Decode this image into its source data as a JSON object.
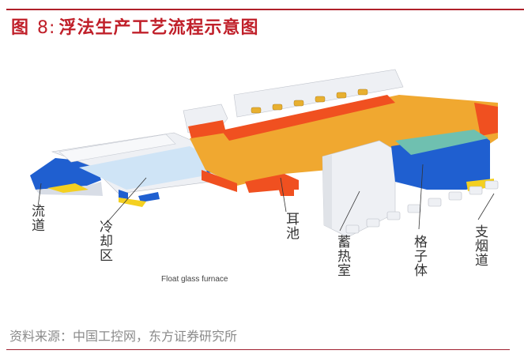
{
  "header": {
    "figure_prefix": "图",
    "figure_number": "8:",
    "title": "浮法生产工艺流程示意图"
  },
  "figure": {
    "caption": "Float glass furnace",
    "labels": [
      {
        "id": "flow-channel",
        "text": "流道"
      },
      {
        "id": "cooling-zone",
        "text": "冷却区"
      },
      {
        "id": "ear-pool",
        "text": "耳池"
      },
      {
        "id": "regenerator",
        "text": "蓄热室"
      },
      {
        "id": "checker-body",
        "text": "格子体"
      },
      {
        "id": "branch-flue",
        "text": "支烟道"
      }
    ],
    "colors": {
      "refractory_white": "#eef0f4",
      "furnace_orange": "#f0a830",
      "wall_red": "#f05020",
      "glass_lightblue": "#cfe4f6",
      "channel_blue": "#1f5fd0",
      "checker_teal": "#6fc0b0",
      "yellow": "#f4d020"
    }
  },
  "footer": {
    "source": "资料来源：中国工控网，东方证券研究所"
  }
}
